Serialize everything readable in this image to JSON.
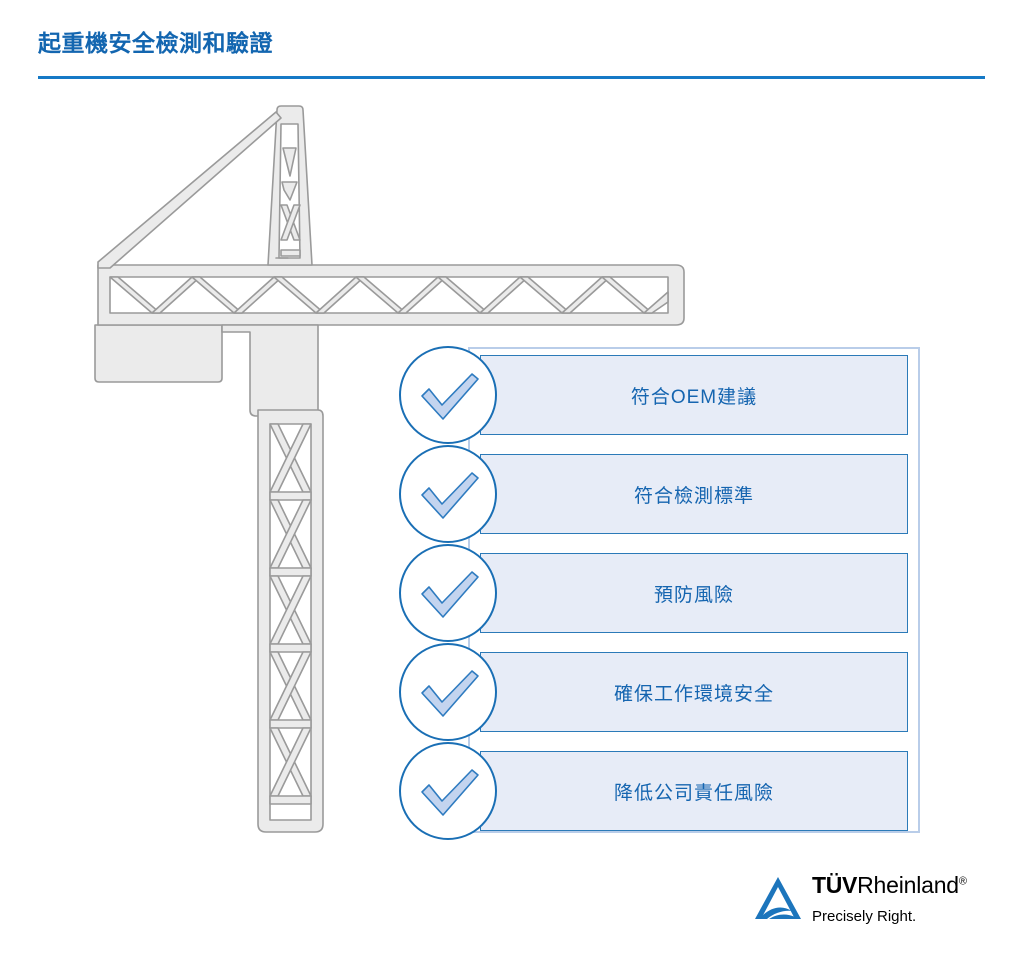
{
  "header": {
    "title": "起重機安全檢測和驗證",
    "divider_color": "#1579c6",
    "title_color": "#1366b0"
  },
  "illustration": {
    "name": "tower-crane",
    "fill_color": "#ebebeb",
    "stroke_color": "#9a9a9a"
  },
  "checklist": {
    "panel_border_color": "#b9cde9",
    "item_fill_color": "#e7ecf7",
    "item_border_color": "#2b7ab8",
    "text_color": "#1565b0",
    "check_circle_stroke": "#1a6fb5",
    "check_fill": "#c3d4ef",
    "items": [
      {
        "label": "符合OEM建議",
        "icon": "check-circle-icon"
      },
      {
        "label": "符合檢測標準",
        "icon": "check-circle-icon"
      },
      {
        "label": "預防風險",
        "icon": "check-circle-icon"
      },
      {
        "label": "確保工作環境安全",
        "icon": "check-circle-icon"
      },
      {
        "label": "降低公司責任風險",
        "icon": "check-circle-icon"
      }
    ]
  },
  "logo": {
    "mark_icon": "tuv-rheinland-triangle-icon",
    "mark_color": "#1c75bc",
    "tuv": "TÜV",
    "rheinland": "Rheinland",
    "registered": "®",
    "tagline": "Precisely Right."
  }
}
